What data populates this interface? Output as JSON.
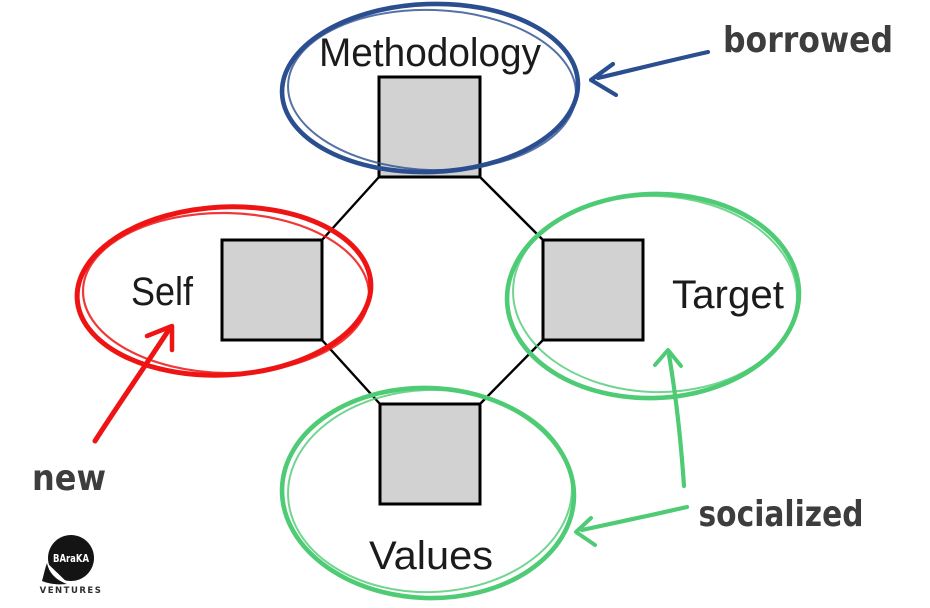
{
  "diagram": {
    "nodes": {
      "methodology": {
        "label": "Methodology",
        "circle_color": "#2a4e8f"
      },
      "self": {
        "label": "Self",
        "circle_color": "#ee1414"
      },
      "target": {
        "label": "Target",
        "circle_color": "#4ecb74"
      },
      "values": {
        "label": "Values",
        "circle_color": "#4ecb74"
      }
    },
    "annotations": {
      "borrowed": {
        "label": "borrowed",
        "arrow_color": "#2a4e8f",
        "points_to": "methodology"
      },
      "new": {
        "label": "new",
        "arrow_color": "#ee1414",
        "points_to": "self"
      },
      "socialized": {
        "label": "socialized",
        "arrow_color": "#4ecb74",
        "points_to": "target and values"
      }
    },
    "colors": {
      "blue": "#2a4e8f",
      "red": "#ee1414",
      "green": "#4ecb74",
      "square_fill": "#d2d2d2",
      "line": "#000000",
      "annotation_text": "#3d3d3d",
      "node_text": "#1b1b1b"
    }
  },
  "logo": {
    "brand": "BAraKA",
    "subtitle": "VENTURES"
  }
}
